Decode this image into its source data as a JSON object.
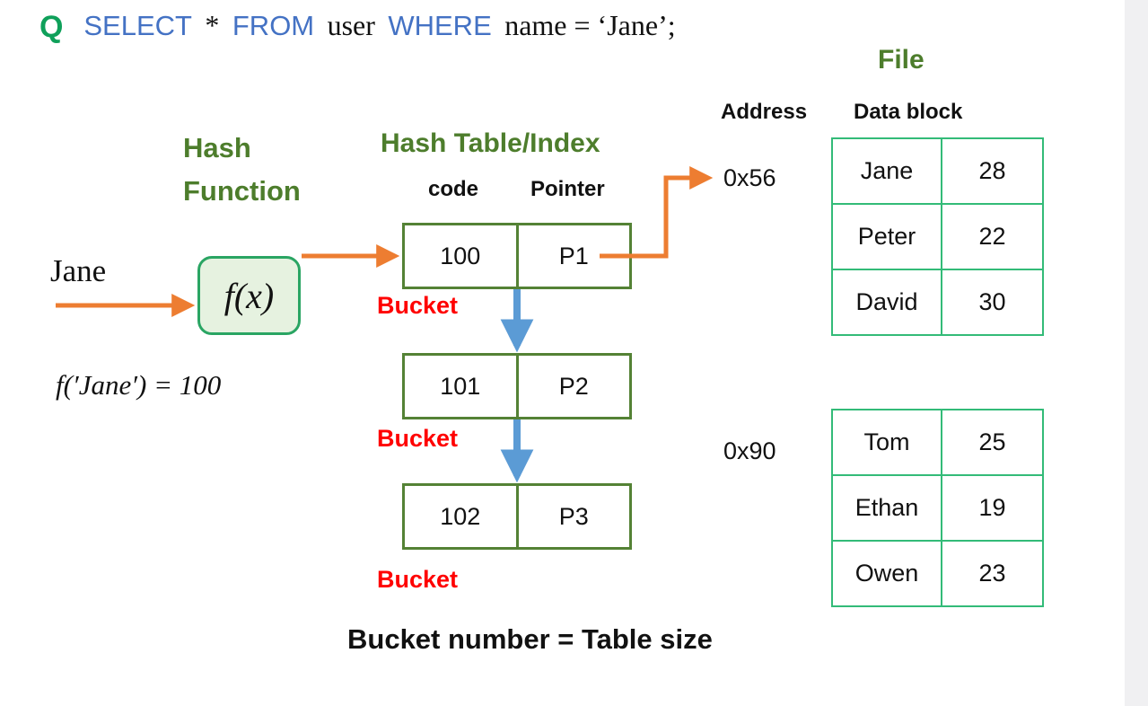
{
  "query": {
    "marker": "Q",
    "tokens": [
      {
        "t": "SELECT",
        "k": "kw"
      },
      {
        "t": "*",
        "k": "ident"
      },
      {
        "t": "FROM",
        "k": "kw"
      },
      {
        "t": "user",
        "k": "ident"
      },
      {
        "t": "WHERE",
        "k": "kw"
      },
      {
        "t": "name = ‘Jane’;",
        "k": "ident"
      }
    ],
    "select_label": "SELECT",
    "star_label": "*",
    "from_label": "FROM",
    "table_label": "user",
    "where_label": "WHERE",
    "predicate_label": "name = ‘Jane’;"
  },
  "hash_function": {
    "title_line1": "Hash",
    "title_line2": "Function",
    "box_label": "f(x)",
    "input_key": "Jane",
    "equation": "f(′Jane′) = 100"
  },
  "hash_table": {
    "title": "Hash Table/Index",
    "headers": {
      "code": "code",
      "pointer": "Pointer"
    },
    "bucket_label": "Bucket",
    "buckets": [
      {
        "code": "100",
        "pointer": "P1"
      },
      {
        "code": "101",
        "pointer": "P2"
      },
      {
        "code": "102",
        "pointer": "P3"
      }
    ]
  },
  "file": {
    "title": "File",
    "address_header": "Address",
    "datablock_header": "Data block",
    "blocks": [
      {
        "address": "0x56",
        "rows": [
          {
            "name": "Jane",
            "value": "28"
          },
          {
            "name": "Peter",
            "value": "22"
          },
          {
            "name": "David",
            "value": "30"
          }
        ]
      },
      {
        "address": "0x90",
        "rows": [
          {
            "name": "Tom",
            "value": "25"
          },
          {
            "name": "Ethan",
            "value": "19"
          },
          {
            "name": "Owen",
            "value": "23"
          }
        ]
      }
    ]
  },
  "caption": "Bucket number = Table size",
  "colors": {
    "keyword_blue": "#4472C4",
    "marker_green": "#0FA05A",
    "heading_green": "#4D7D2C",
    "bucket_border_green": "#548235",
    "datablock_green": "#33BB78",
    "arrow_orange": "#ED7D31",
    "arrow_blue": "#5B9BD5",
    "bucket_label_red": "#FF0000",
    "fx_fill": "#E6F2E0",
    "fx_border": "#2AA563"
  }
}
